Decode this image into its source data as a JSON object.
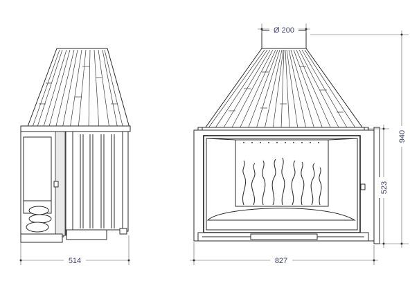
{
  "dimensions": {
    "flue_diameter": "Ø 200",
    "total_height": "940",
    "opening_height": "523",
    "side_depth": "514",
    "front_width": "827"
  }
}
